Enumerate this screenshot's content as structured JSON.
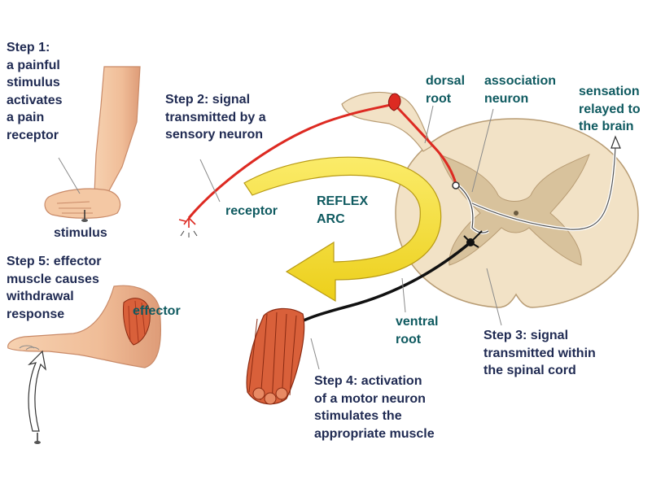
{
  "labels": {
    "step1": "Step 1:\na painful\nstimulus\nactivates\na pain\nreceptor",
    "stimulus": "stimulus",
    "step2": "Step 2: signal\ntransmitted by a\nsensory neuron",
    "receptor": "receptor",
    "reflex_arc": "REFLEX\nARC",
    "dorsal_root": "dorsal\nroot",
    "association_neuron": "association\nneuron",
    "sensation": "sensation\nrelayed to\nthe brain",
    "step5": "Step 5: effector\nmuscle causes\nwithdrawal\nresponse",
    "effector": "effector",
    "ventral_root": "ventral\nroot",
    "step3": "Step 3: signal\ntransmitted within\nthe spinal cord",
    "step4": "Step 4: activation\nof a motor neuron\nstimulates the\nappropriate muscle"
  },
  "colors": {
    "label_navy": "#1f2a52",
    "label_teal": "#0f5a60",
    "skin": "#f4c8a4",
    "skin_shadow": "#dc9c78",
    "spinal_white_matter": "#f2e2c6",
    "spinal_gray_matter": "#d8c29c",
    "sensory_neuron": "#dd2a22",
    "motor_neuron": "#111111",
    "reflex_arrow": "#f7e23a",
    "muscle": "#d9603a"
  },
  "icons": {
    "pin": "pin-icon",
    "withdrawal_arrow": "up-arrow-icon",
    "brain_arrow": "up-arrow-icon"
  }
}
